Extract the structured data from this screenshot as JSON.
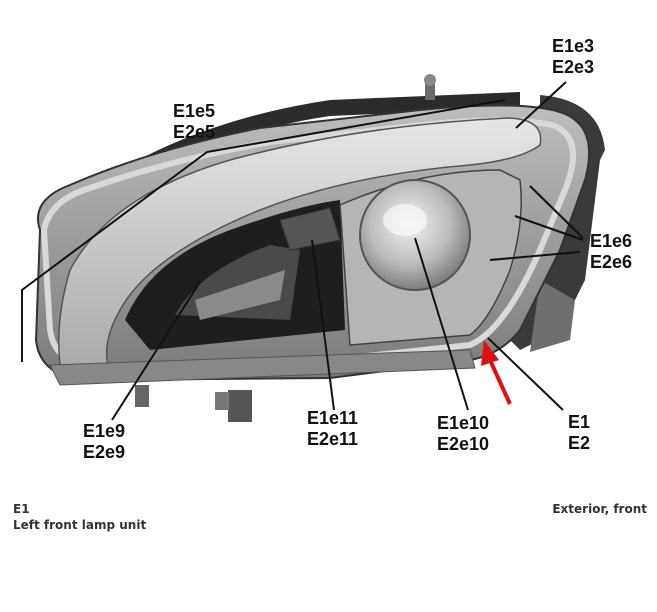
{
  "callouts": {
    "e3": [
      "E1e3",
      "E2e3"
    ],
    "e5": [
      "E1e5",
      "E2e5"
    ],
    "e6": [
      "E1e6",
      "E2e6"
    ],
    "e9": [
      "E1e9",
      "E2e9"
    ],
    "e11": [
      "E1e11",
      "E2e11"
    ],
    "e10": [
      "E1e10",
      "E2e10"
    ],
    "e1": [
      "E1",
      "E2"
    ]
  },
  "footer": {
    "component_id": "E1",
    "component_name": "Left front lamp unit",
    "view": "Exterior, front"
  },
  "colors": {
    "background": "#ffffff",
    "housing": "#9a9a9a",
    "lens_edge": "#dcdcdc",
    "arrow": "#e01010"
  }
}
